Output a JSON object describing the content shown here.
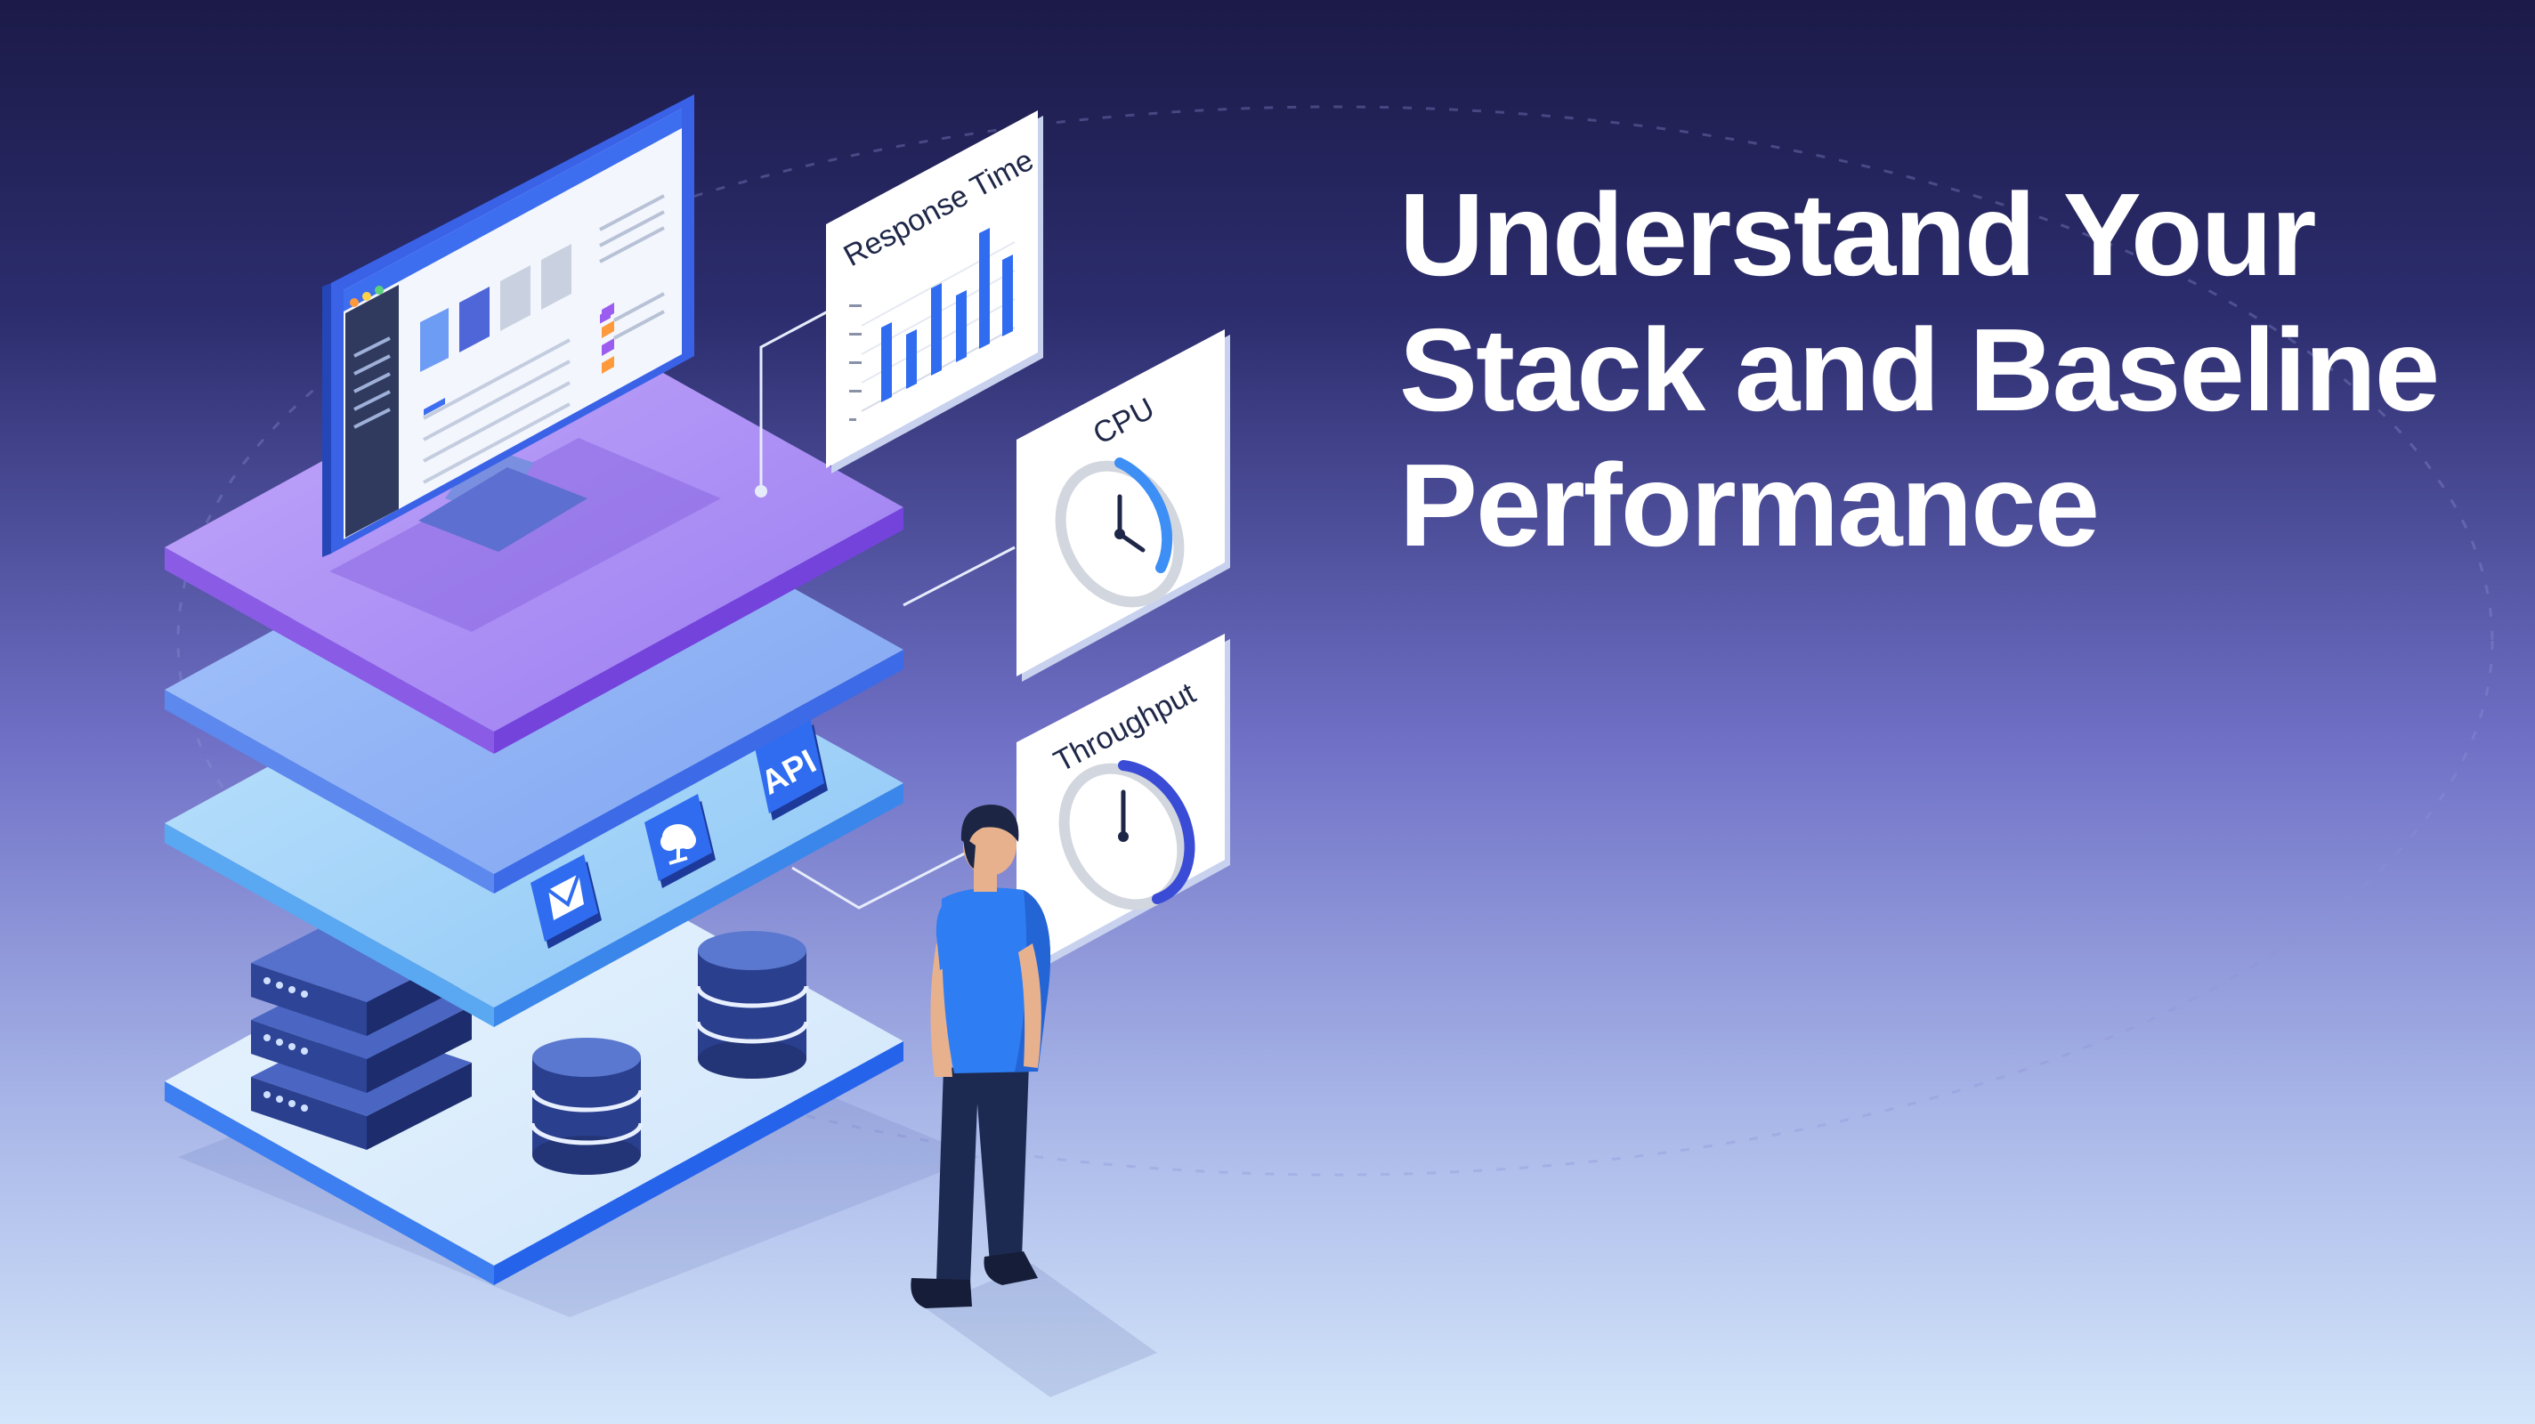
{
  "headline": {
    "line1": "Understand Your",
    "line2": "Stack and Baseline",
    "line3": "Performance"
  },
  "panels": {
    "response_time": {
      "label": "Response Time"
    },
    "cpu": {
      "label": "CPU"
    },
    "throughput": {
      "label": "Throughput"
    }
  },
  "service_badges": {
    "api_label": "API"
  },
  "colors": {
    "background_top": "#1b1a48",
    "background_mid": "#6f70c6",
    "background_bottom": "#d4e6fa",
    "frontend_layer": "#a98af4",
    "app_layer": "#8cb0f4",
    "services_layer": "#9fd2f8",
    "data_layer": "#d8ecfc",
    "accent_blue": "#2563eb",
    "shirt": "#2f7df2",
    "pants": "#1c2a52"
  },
  "icons": [
    "monitor-icon",
    "bar-chart-icon",
    "gauge-icon",
    "mail-icon",
    "cloud-upload-icon",
    "server-rack-icon",
    "database-icon",
    "person-figure"
  ]
}
